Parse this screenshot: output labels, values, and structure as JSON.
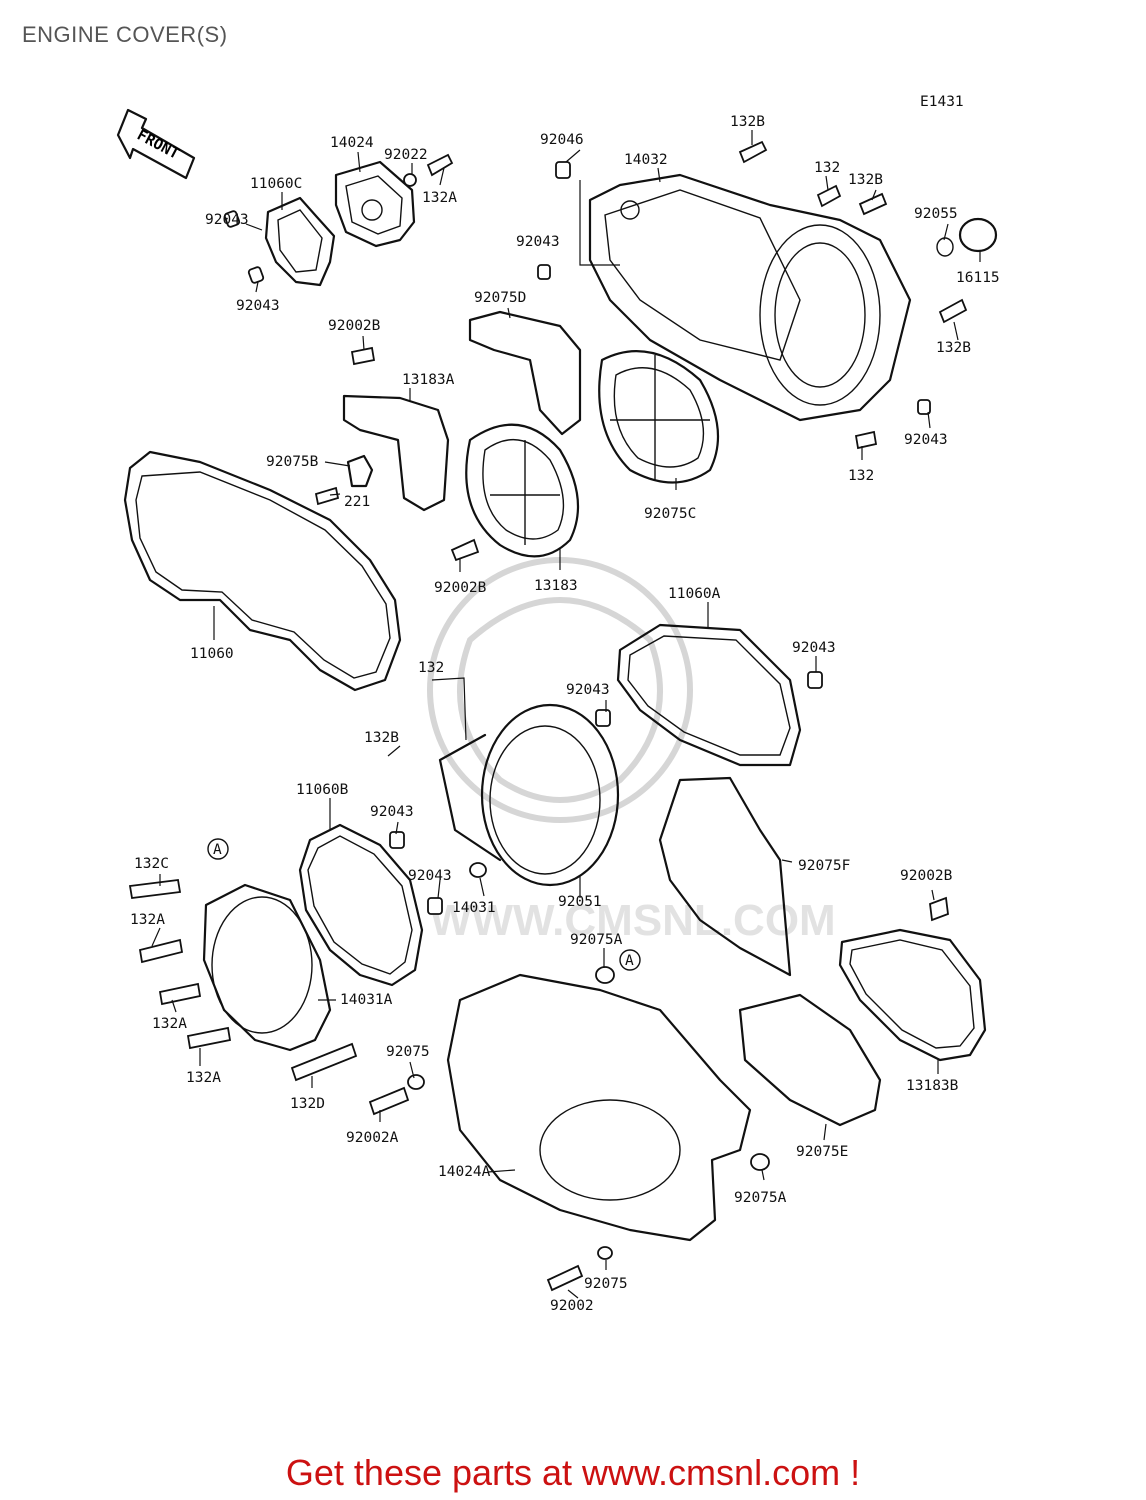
{
  "title": "ENGINE COVER(S)",
  "diagram_code": "E1431",
  "front_arrow_label": "FRONT",
  "watermark": "WWW.CMSNL.COM",
  "footer": {
    "text": "Get these parts at www.cmsnl.com !",
    "color": "#cc1111"
  },
  "parts": [
    {
      "id": "14024",
      "label": "14024"
    },
    {
      "id": "92022",
      "label": "92022"
    },
    {
      "id": "132A",
      "label": "132A"
    },
    {
      "id": "11060C",
      "label": "11060C"
    },
    {
      "id": "92043",
      "label": "92043"
    },
    {
      "id": "92046",
      "label": "92046"
    },
    {
      "id": "14032",
      "label": "14032"
    },
    {
      "id": "132B",
      "label": "132B"
    },
    {
      "id": "132",
      "label": "132"
    },
    {
      "id": "92055",
      "label": "92055"
    },
    {
      "id": "16115",
      "label": "16115"
    },
    {
      "id": "92075D",
      "label": "92075D"
    },
    {
      "id": "92002B",
      "label": "92002B"
    },
    {
      "id": "13183A",
      "label": "13183A"
    },
    {
      "id": "92075B",
      "label": "92075B"
    },
    {
      "id": "221",
      "label": "221"
    },
    {
      "id": "92075C",
      "label": "92075C"
    },
    {
      "id": "13183",
      "label": "13183"
    },
    {
      "id": "11060",
      "label": "11060"
    },
    {
      "id": "11060A",
      "label": "11060A"
    },
    {
      "id": "11060B",
      "label": "11060B"
    },
    {
      "id": "14031",
      "label": "14031"
    },
    {
      "id": "92051",
      "label": "92051"
    },
    {
      "id": "92075F",
      "label": "92075F"
    },
    {
      "id": "132C",
      "label": "132C"
    },
    {
      "id": "14031A",
      "label": "14031A"
    },
    {
      "id": "132D",
      "label": "132D"
    },
    {
      "id": "92075A",
      "label": "92075A"
    },
    {
      "id": "92075",
      "label": "92075"
    },
    {
      "id": "92002A",
      "label": "92002A"
    },
    {
      "id": "13183B",
      "label": "13183B"
    },
    {
      "id": "92075E",
      "label": "92075E"
    },
    {
      "id": "14024A",
      "label": "14024A"
    },
    {
      "id": "92002",
      "label": "92002"
    },
    {
      "id": "A",
      "label": "A"
    }
  ]
}
